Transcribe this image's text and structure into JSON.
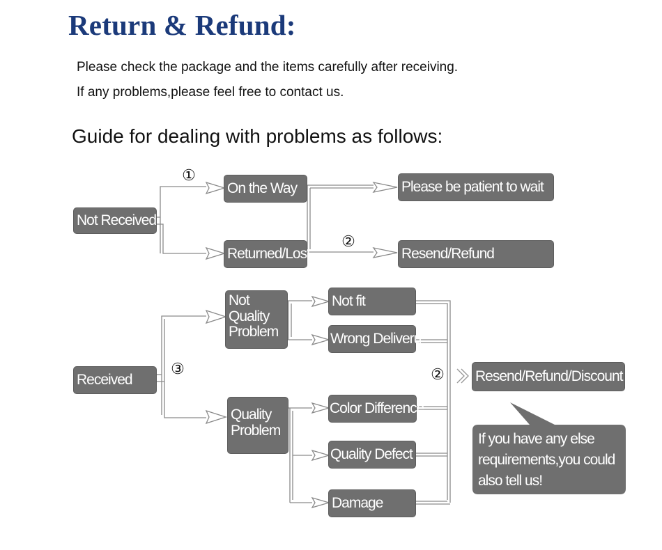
{
  "title": "Return & Refund:",
  "intro": {
    "line1": "Please check the package and the items carefully after receiving.",
    "line2": "If any problems,please feel free to contact us."
  },
  "guide_heading": "Guide for dealing with problems as follows:",
  "nodes": {
    "not_received": "Not Received",
    "on_the_way": "On the Way",
    "please_wait": "Please be patient to wait",
    "returned_lost": "Returned/Lost",
    "resend_refund": "Resend/Refund",
    "received": "Received",
    "not_quality_problem": "Not Quality Problem",
    "not_fit": "Not fit",
    "wrong_delivery": "Wrong Deliveru",
    "quality_problem": "Quality Problem",
    "color_difference": "Color Difference",
    "quality_defect": "Quality Defect",
    "damage": "Damage",
    "resend_refund_discount": "Resend/Refund/Discount"
  },
  "markers": {
    "one": "①",
    "two_top": "②",
    "three": "③",
    "two_bottom": "②"
  },
  "bubble": "If you have any else requirements,you could also tell us!",
  "colors": {
    "title": "#1b3a7a",
    "box": "#6f6f6f",
    "text": "#111111",
    "connector": "#8a8a8a"
  }
}
